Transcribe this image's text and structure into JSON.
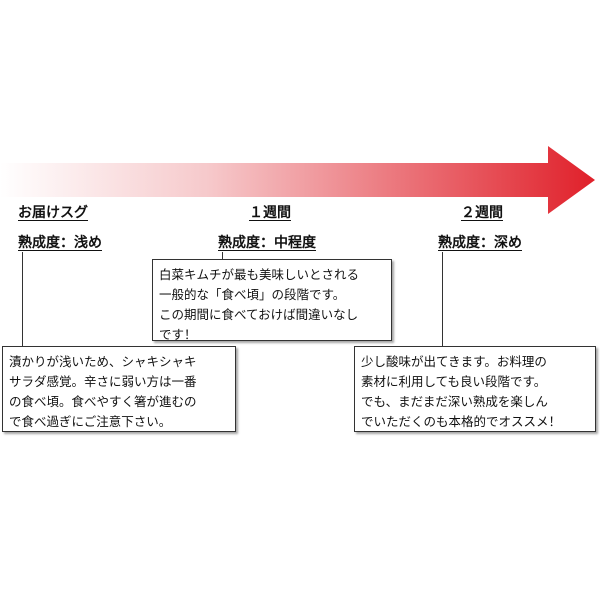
{
  "colors": {
    "arrow_start": "#ffffff",
    "arrow_end": "#e0202a",
    "text": "#111111",
    "border": "#333333"
  },
  "stages": [
    {
      "title": "お届けスグ",
      "level": "熟成度：浅め",
      "note_lines": [
        "漬かりが浅いため、シャキシャキ",
        "サラダ感覚。辛さに弱い方は一番",
        "の食べ頃。食べやすく箸が進むの",
        "で食べ過ぎにご注意下さい。"
      ]
    },
    {
      "title": "１週間",
      "level": "熟成度：中程度",
      "note_lines": [
        "白菜キムチが最も美味しいとされる",
        "一般的な「食べ頃」の段階です。",
        "この期間に食べておけば間違いなし",
        "です！"
      ]
    },
    {
      "title": "２週間",
      "level": "熟成度：深め",
      "note_lines": [
        "少し酸味が出てきます。お料理の",
        "素材に利用しても良い段階です。",
        "でも、まだまだ深い熟成を楽しん",
        "でいただくのも本格的でオススメ！"
      ]
    }
  ]
}
